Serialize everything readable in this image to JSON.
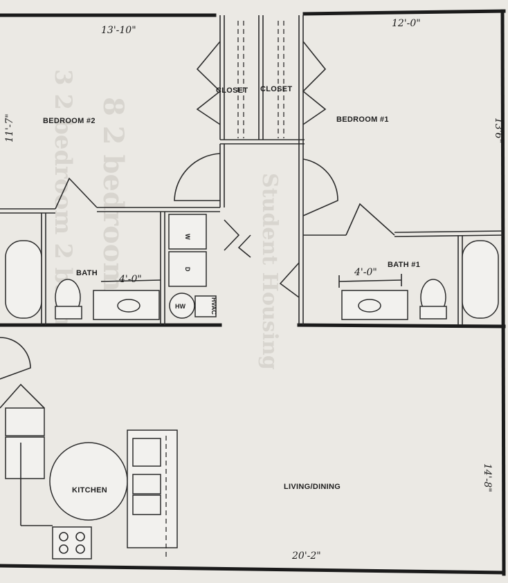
{
  "rooms": {
    "bedroom2": "BEDROOM #2",
    "bedroom1": "BEDROOM #1",
    "closet_left": "CLOSET",
    "closet_right": "CLOSET",
    "bath_left": "BATH",
    "bath_right": "BATH #1",
    "kitchen": "KITCHEN",
    "living": "LIVING/DINING"
  },
  "dimensions": {
    "bedroom2_width": "13'-10\"",
    "bedroom1_width": "12'-0\"",
    "bedroom2_depth": "11'-7\"",
    "bedroom1_depth": "13'6\"",
    "living_depth": "14'-8\"",
    "living_width": "20'-2\"",
    "bath_left_width": "4'-0\"",
    "bath_right_width": "4'-0\""
  },
  "appliances": {
    "washer": "W",
    "dryer": "D",
    "water_heater": "HW",
    "hvac": "HVAC"
  }
}
